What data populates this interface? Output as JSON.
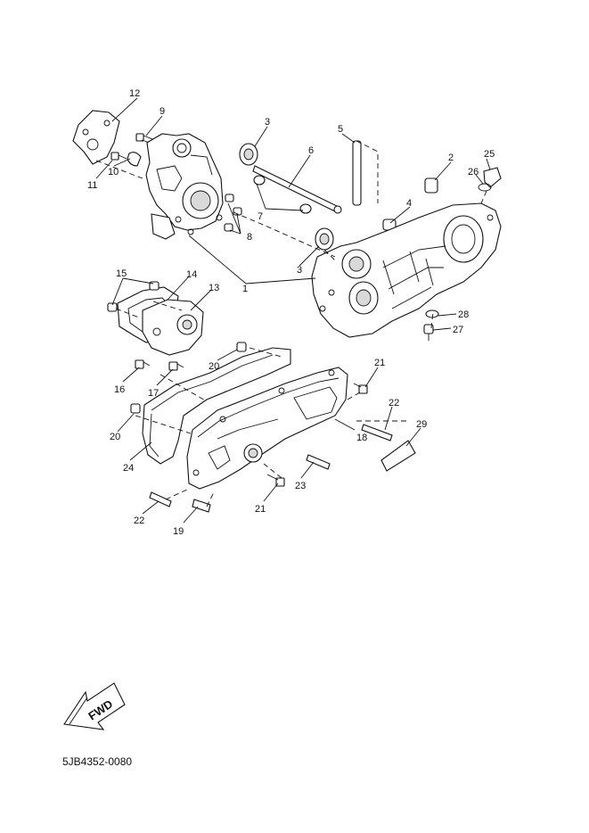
{
  "diagram": {
    "drawing_code": "5JB4352-0080",
    "direction_label": "FWD",
    "callouts": [
      {
        "id": "c1",
        "label": "1"
      },
      {
        "id": "c2",
        "label": "2"
      },
      {
        "id": "c3a",
        "label": "3"
      },
      {
        "id": "c3b",
        "label": "3"
      },
      {
        "id": "c4",
        "label": "4"
      },
      {
        "id": "c5",
        "label": "5"
      },
      {
        "id": "c6",
        "label": "6"
      },
      {
        "id": "c7",
        "label": "7"
      },
      {
        "id": "c8",
        "label": "8"
      },
      {
        "id": "c9",
        "label": "9"
      },
      {
        "id": "c10",
        "label": "10"
      },
      {
        "id": "c11",
        "label": "11"
      },
      {
        "id": "c12",
        "label": "12"
      },
      {
        "id": "c13",
        "label": "13"
      },
      {
        "id": "c14",
        "label": "14"
      },
      {
        "id": "c15",
        "label": "15"
      },
      {
        "id": "c16",
        "label": "16"
      },
      {
        "id": "c17",
        "label": "17"
      },
      {
        "id": "c18",
        "label": "18"
      },
      {
        "id": "c19",
        "label": "19"
      },
      {
        "id": "c20a",
        "label": "20"
      },
      {
        "id": "c20b",
        "label": "20"
      },
      {
        "id": "c21a",
        "label": "21"
      },
      {
        "id": "c21b",
        "label": "21"
      },
      {
        "id": "c22a",
        "label": "22"
      },
      {
        "id": "c22b",
        "label": "22"
      },
      {
        "id": "c23",
        "label": "23"
      },
      {
        "id": "c24",
        "label": "24"
      },
      {
        "id": "c25",
        "label": "25"
      },
      {
        "id": "c26",
        "label": "26"
      },
      {
        "id": "c27",
        "label": "27"
      },
      {
        "id": "c28",
        "label": "28"
      },
      {
        "id": "c29",
        "label": "29"
      }
    ]
  }
}
